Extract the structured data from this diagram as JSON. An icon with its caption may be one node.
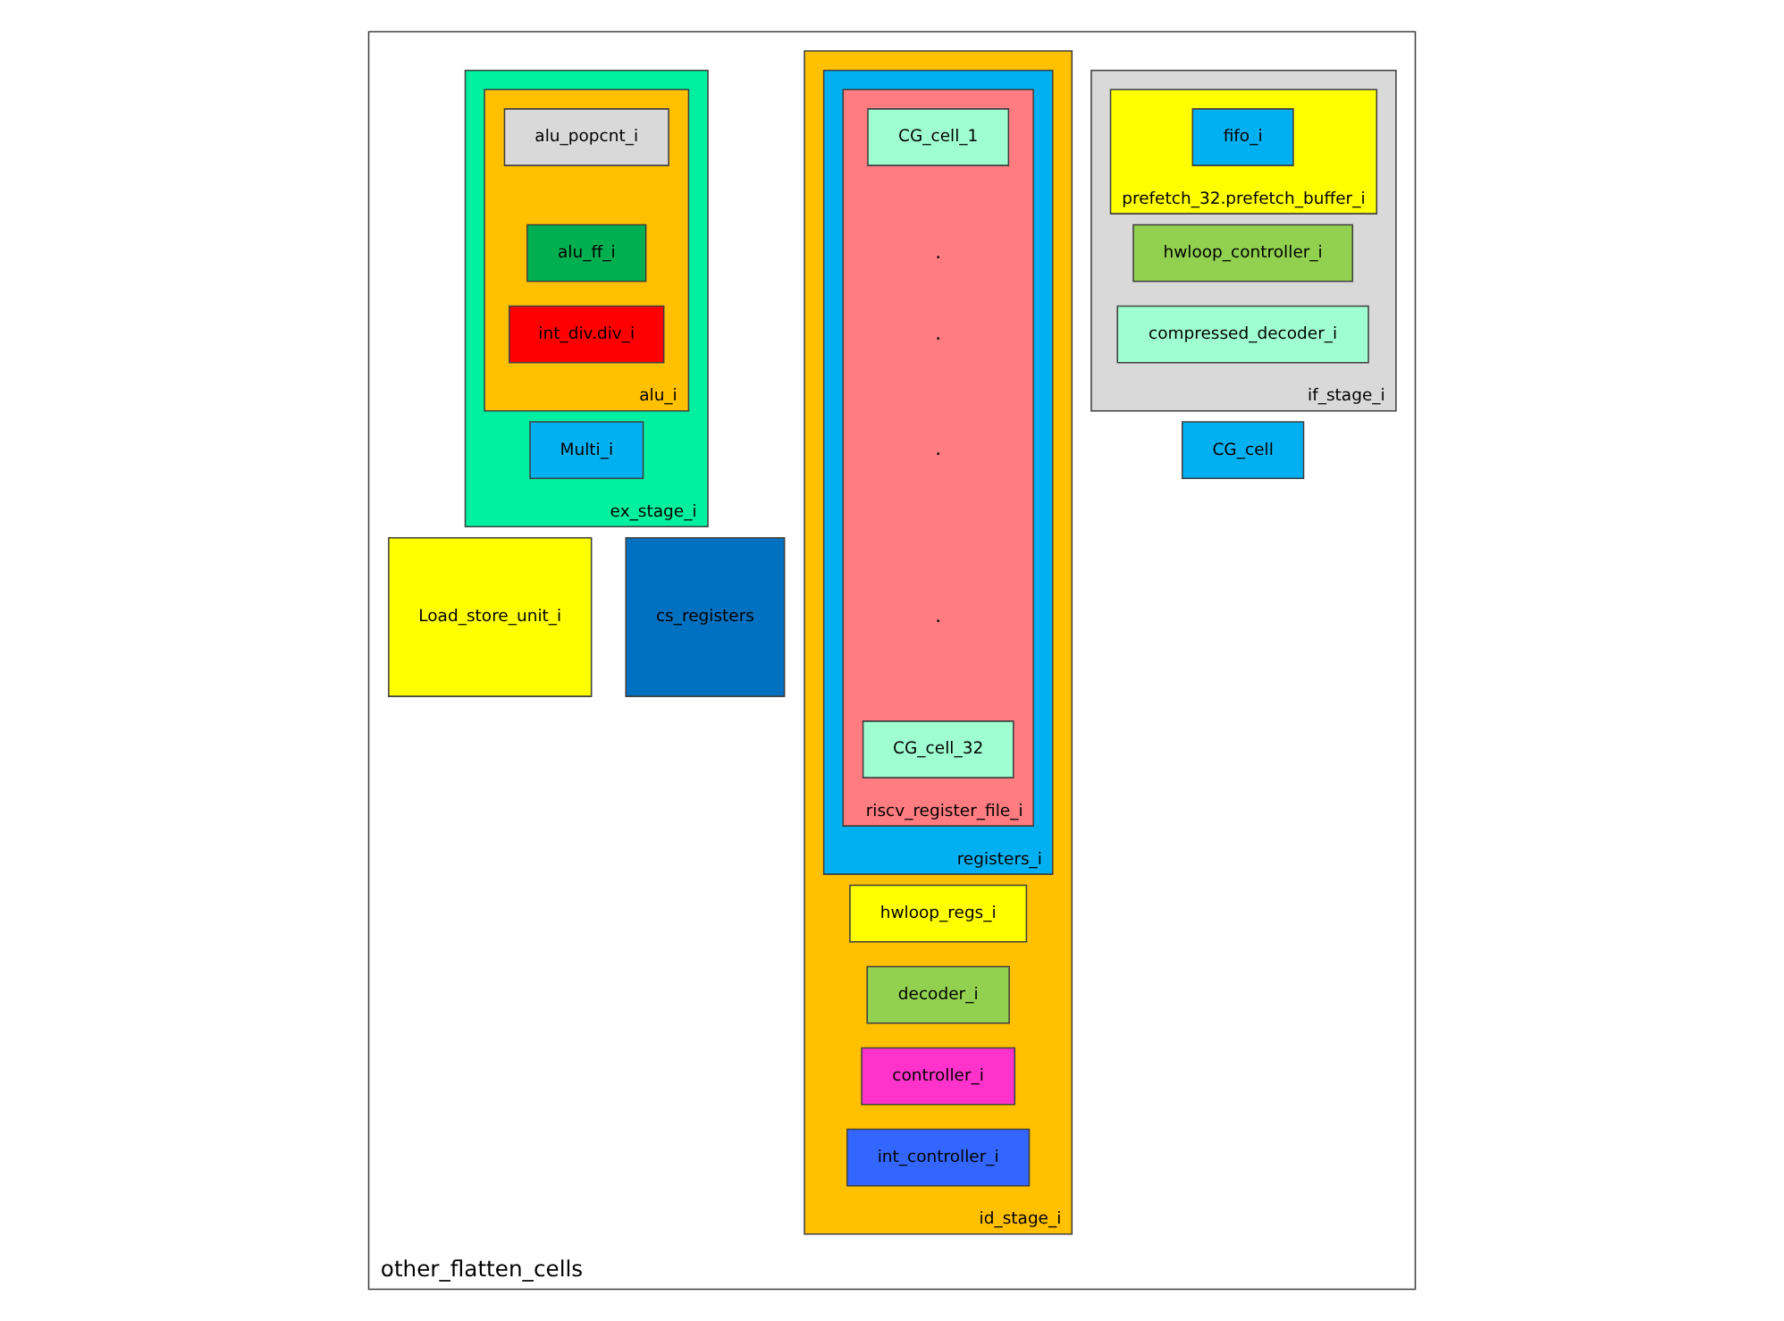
{
  "diagram": {
    "nodes": [
      {
        "text": [
          "other_flatten_cells"
        ]
      },
      {
        "text": [
          "if_stage_i"
        ],
        "in": 0
      },
      {
        "text": [
          "prefetch_32.prefetch_buffer_i"
        ],
        "in": 1
      },
      {
        "text": [
          "fifo_i"
        ],
        "in": 2
      },
      {
        "text": [
          "hwloop_controller_i"
        ],
        "in": 1
      },
      {
        "text": [
          "compressed_decoder_i"
        ],
        "in": 1
      },
      {
        "text": [
          "CG_cell"
        ],
        "in": 0
      },
      {
        "text": [
          "id_stage_i"
        ],
        "in": 0
      },
      {
        "text": [
          "registers_i"
        ],
        "in": 7
      },
      {
        "text": [
          "riscv_register_file_i"
        ],
        "in": 8
      },
      {
        "text": [
          "CG_cell_1"
        ],
        "in": 9
      },
      {
        "text": [
          "CG_cell_32"
        ],
        "in": 9
      },
      {
        "text": [
          "hwloop_regs_i"
        ],
        "in": 7
      },
      {
        "text": [
          "decoder_i"
        ],
        "in": 7
      },
      {
        "text": [
          "controller_i"
        ],
        "in": 7
      },
      {
        "text": [
          "int_controller_i"
        ],
        "in": 7
      },
      {
        "text": [
          "ex_stage_i"
        ],
        "in": 0
      },
      {
        "text": [
          "alu_i"
        ],
        "in": 16
      },
      {
        "text": [
          "alu_popcnt_i"
        ],
        "in": 17
      },
      {
        "text": [
          "alu_ff_i"
        ],
        "in": 17
      },
      {
        "text": [
          "int_div.div_i"
        ],
        "in": 17
      },
      {
        "text": [
          "Multi_i"
        ],
        "in": 16
      },
      {
        "text": [
          "Load_store_unit_i"
        ],
        "in": 0
      },
      {
        "text": [
          "cs_registers"
        ],
        "in": 0
      }
    ],
    "edges": [],
    "labels": [
      ".",
      ".",
      ".",
      "."
    ]
  }
}
